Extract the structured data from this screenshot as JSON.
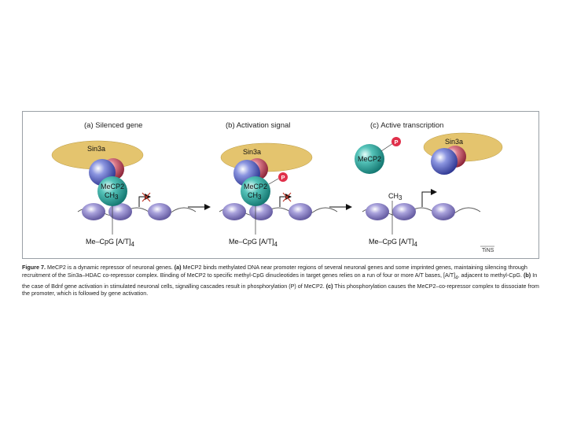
{
  "panels": [
    {
      "title": "(a) Silenced gene",
      "sin3a": "Sin3a",
      "mecp2_line1": "MeCP2",
      "mecp2_line2": "CH",
      "mecp2_sub": "3",
      "dna_label": "Me–CpG [A/T]",
      "dna_sub": "4"
    },
    {
      "title": "(b) Activation signal",
      "sin3a": "Sin3a",
      "mecp2_line1": "MeCP2",
      "mecp2_line2": "CH",
      "mecp2_sub": "3",
      "phospho": "P",
      "dna_label": "Me–CpG [A/T]",
      "dna_sub": "4"
    },
    {
      "title": "(c) Active transcription",
      "sin3a": "Sin3a",
      "mecp2_line1": "MeCP2",
      "phospho": "P",
      "ch3": "CH",
      "ch3_sub": "3",
      "dna_label": "Me–CpG [A/T]",
      "dna_sub": "4"
    }
  ],
  "figure_ref": "TiNS",
  "caption": {
    "figure_label": "Figure 7.",
    "intro": " MeCP2 is a dynamic repressor of neuronal genes. ",
    "a_label": "(a)",
    "a_text": " MeCP2 binds methylated DNA near promoter regions of several neuronal genes and some imprinted genes, maintaining silencing through recruitment of the Sin3a–HDAC co-repressor complex. Binding of MeCP2 to specific methyl-CpG dinucleotides in target genes relies on a run of four or more A/T bases, [A/T]",
    "a_sub": "4",
    "a_text2": ", adjacent to methyl-CpG. ",
    "b_label": "(b)",
    "b_text": " In the case of Bdnf gene activation in stimulated neuronal cells, signalling cascades result in phosphorylation (P) of MeCP2. ",
    "c_label": "(c)",
    "c_text": " This phosphorylation causes the MeCP2–co-repressor complex to dissociate from the promoter, which is followed by gene activation."
  },
  "colors": {
    "sin3a": "#e4c46e",
    "hdac_blue": "#3d4aa8",
    "hdac_red": "#b23a4e",
    "mecp2": "#1f9a93",
    "nucleosome": "#7d74b8",
    "phospho": "#e0304a"
  }
}
